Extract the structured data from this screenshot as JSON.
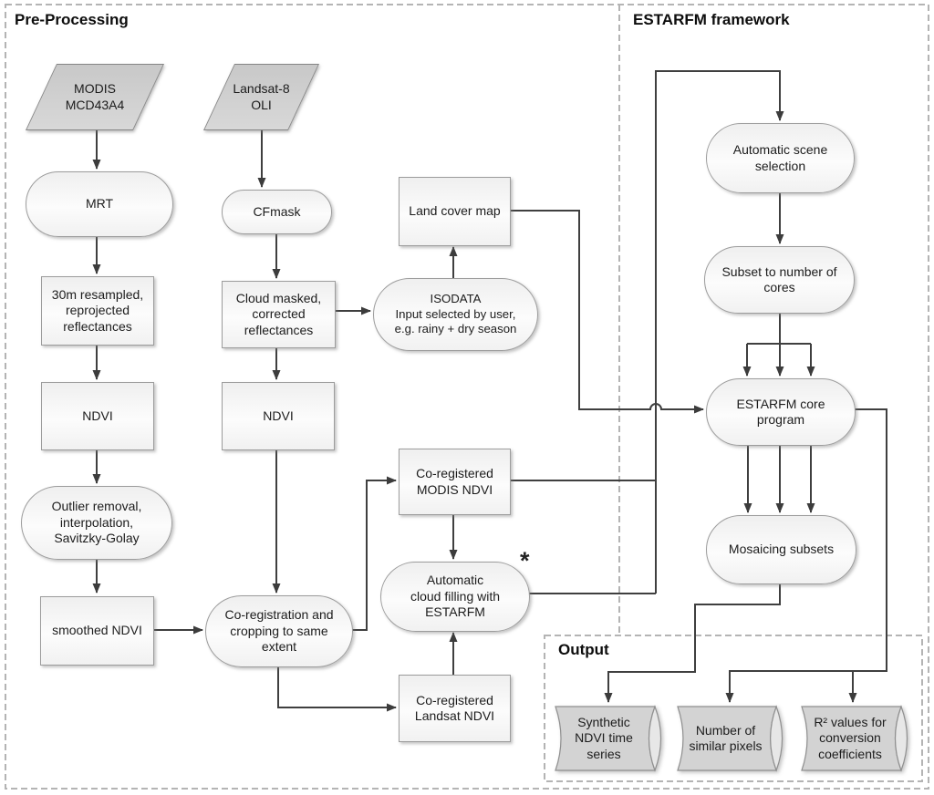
{
  "sections": {
    "pre_processing": {
      "title": "Pre-Processing"
    },
    "estarfm": {
      "title": "ESTARFM framework"
    },
    "output": {
      "title": "Output"
    }
  },
  "nodes": {
    "modis": {
      "shape": "parallelogram",
      "label": "MODIS\nMCD43A4"
    },
    "landsat": {
      "shape": "parallelogram",
      "label": "Landsat-8\nOLI"
    },
    "mrt": {
      "shape": "stadium",
      "label": "MRT"
    },
    "cfmask": {
      "shape": "stadium",
      "label": "CFmask"
    },
    "m30": {
      "shape": "rect",
      "label": "30m resampled,\nreprojected\nreflectances"
    },
    "cloud_masked": {
      "shape": "rect",
      "label": "Cloud masked,\ncorrected\nreflectances"
    },
    "ndvi_modis": {
      "shape": "rect",
      "label": "NDVI"
    },
    "ndvi_landsat": {
      "shape": "rect",
      "label": "NDVI"
    },
    "outlier": {
      "shape": "stadium",
      "label": "Outlier removal,\ninterpolation,\nSavitzky-Golay"
    },
    "smoothed": {
      "shape": "rect",
      "label": "smoothed NDVI"
    },
    "coregistration": {
      "shape": "stadium",
      "label": "Co-registration and\ncropping to same\nextent"
    },
    "land_cover": {
      "shape": "rect",
      "label": "Land cover map"
    },
    "isodata": {
      "shape": "stadium",
      "label": "ISODATA\nInput selected by user,\ne.g. rainy + dry season"
    },
    "coreg_modis": {
      "shape": "rect",
      "label": "Co-registered\nMODIS NDVI"
    },
    "cloud_fill": {
      "shape": "stadium",
      "label": "Automatic\ncloud filling with\nESTARFM"
    },
    "coreg_landsat": {
      "shape": "rect",
      "label": "Co-registered\nLandsat NDVI"
    },
    "scene_selection": {
      "shape": "stadium",
      "label": "Automatic scene\nselection"
    },
    "subset_cores": {
      "shape": "stadium",
      "label": "Subset to number of\ncores"
    },
    "core_program": {
      "shape": "stadium",
      "label": "ESTARFM core\nprogram"
    },
    "mosaicing": {
      "shape": "stadium",
      "label": "Mosaicing subsets"
    },
    "out_synthetic": {
      "shape": "stored-data",
      "label": "Synthetic\nNDVI time\nseries"
    },
    "out_pixels": {
      "shape": "stored-data",
      "label": "Number of\nsimilar pixels"
    },
    "out_r2": {
      "shape": "stored-data",
      "label": "R² values for\nconversion\ncoefficients"
    }
  },
  "annotations": {
    "asterisk": "*"
  },
  "edges": [
    {
      "from": "MODIS MCD43A4",
      "to": "MRT"
    },
    {
      "from": "MRT",
      "to": "30m resampled, reprojected reflectances"
    },
    {
      "from": "30m resampled, reprojected reflectances",
      "to": "NDVI (MODIS)"
    },
    {
      "from": "NDVI (MODIS)",
      "to": "Outlier removal, interpolation, Savitzky-Golay"
    },
    {
      "from": "Outlier removal, interpolation, Savitzky-Golay",
      "to": "smoothed NDVI"
    },
    {
      "from": "smoothed NDVI",
      "to": "Co-registration and cropping to same extent"
    },
    {
      "from": "Landsat-8 OLI",
      "to": "CFmask"
    },
    {
      "from": "CFmask",
      "to": "Cloud masked, corrected reflectances"
    },
    {
      "from": "Cloud masked, corrected reflectances",
      "to": "NDVI (Landsat)"
    },
    {
      "from": "Cloud masked, corrected reflectances",
      "to": "ISODATA"
    },
    {
      "from": "ISODATA",
      "to": "Land cover map"
    },
    {
      "from": "NDVI (Landsat)",
      "to": "Co-registration and cropping to same extent"
    },
    {
      "from": "Co-registration and cropping to same extent",
      "to": "Co-registered Landsat NDVI"
    },
    {
      "from": "Co-registration and cropping to same extent",
      "to": "Co-registered MODIS NDVI"
    },
    {
      "from": "Co-registered MODIS NDVI",
      "to": "Automatic cloud filling with ESTARFM"
    },
    {
      "from": "Co-registered Landsat NDVI",
      "to": "Automatic cloud filling with ESTARFM"
    },
    {
      "from": "Co-registered MODIS NDVI",
      "to": "Automatic scene selection"
    },
    {
      "from": "Automatic cloud filling with ESTARFM",
      "to": "Automatic scene selection"
    },
    {
      "from": "Land cover map",
      "to": "ESTARFM core program"
    },
    {
      "from": "Automatic scene selection",
      "to": "Subset to number of cores"
    },
    {
      "from": "Subset to number of cores",
      "to": "ESTARFM core program"
    },
    {
      "from": "ESTARFM core program",
      "to": "Mosaicing subsets"
    },
    {
      "from": "ESTARFM core program",
      "to": "Number of similar pixels"
    },
    {
      "from": "ESTARFM core program",
      "to": "R² values for conversion coefficients"
    },
    {
      "from": "Mosaicing subsets",
      "to": "Synthetic NDVI time series"
    }
  ],
  "colors": {
    "connector": "#3f3f3f",
    "dashed_border": "#b4b4b4",
    "node_fill_light": "#f5f5f5",
    "node_border": "#9c9c9c",
    "parallelogram_fill": "#cfcfcf",
    "stored_data_fill": "#d3d3d3",
    "text": "#1c1c1c"
  }
}
